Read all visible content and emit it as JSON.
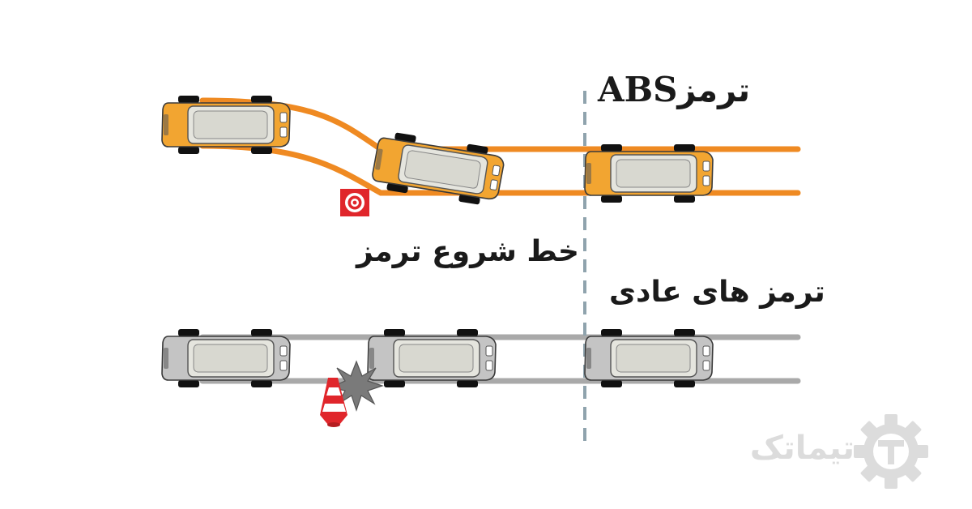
{
  "labels": {
    "abs_braking": "ترمزABS",
    "abs_braking_persian": "ترمز",
    "abs_braking_latin": "ABS",
    "brake_start_line": "خط شروع ترمز",
    "normal_braking": "ترمز های عادی"
  },
  "watermark": {
    "text": "تیماتک",
    "icon": "gear-logo-icon"
  },
  "icons": {
    "obstacle_target": "target-icon",
    "traffic_cone": "traffic-cone-icon",
    "collision": "collision-burst-icon"
  },
  "colors": {
    "abs_path": "#ef8a22",
    "abs_car_body": "#f2a531",
    "normal_path": "#a9a9a9",
    "normal_car_body": "#c4c4c4",
    "divider": "#8fa3ad",
    "target": "#e0262b",
    "watermark": "#dcdcdc"
  }
}
